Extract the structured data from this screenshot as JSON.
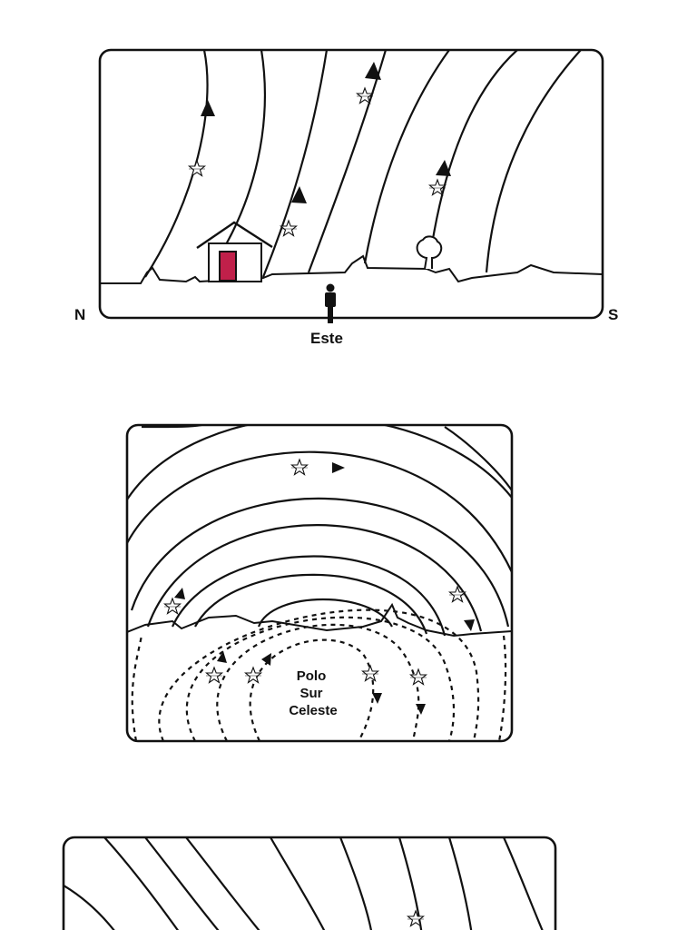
{
  "panel_east": {
    "label_north": "N",
    "label_south": "S",
    "label_direction": "Este"
  },
  "panel_south_pole": {
    "label_line1": "Polo",
    "label_line2": "Sur",
    "label_line3": "Celeste"
  },
  "colors": {
    "ink": "#111111",
    "door": "#c0204a",
    "background": "#ffffff"
  }
}
